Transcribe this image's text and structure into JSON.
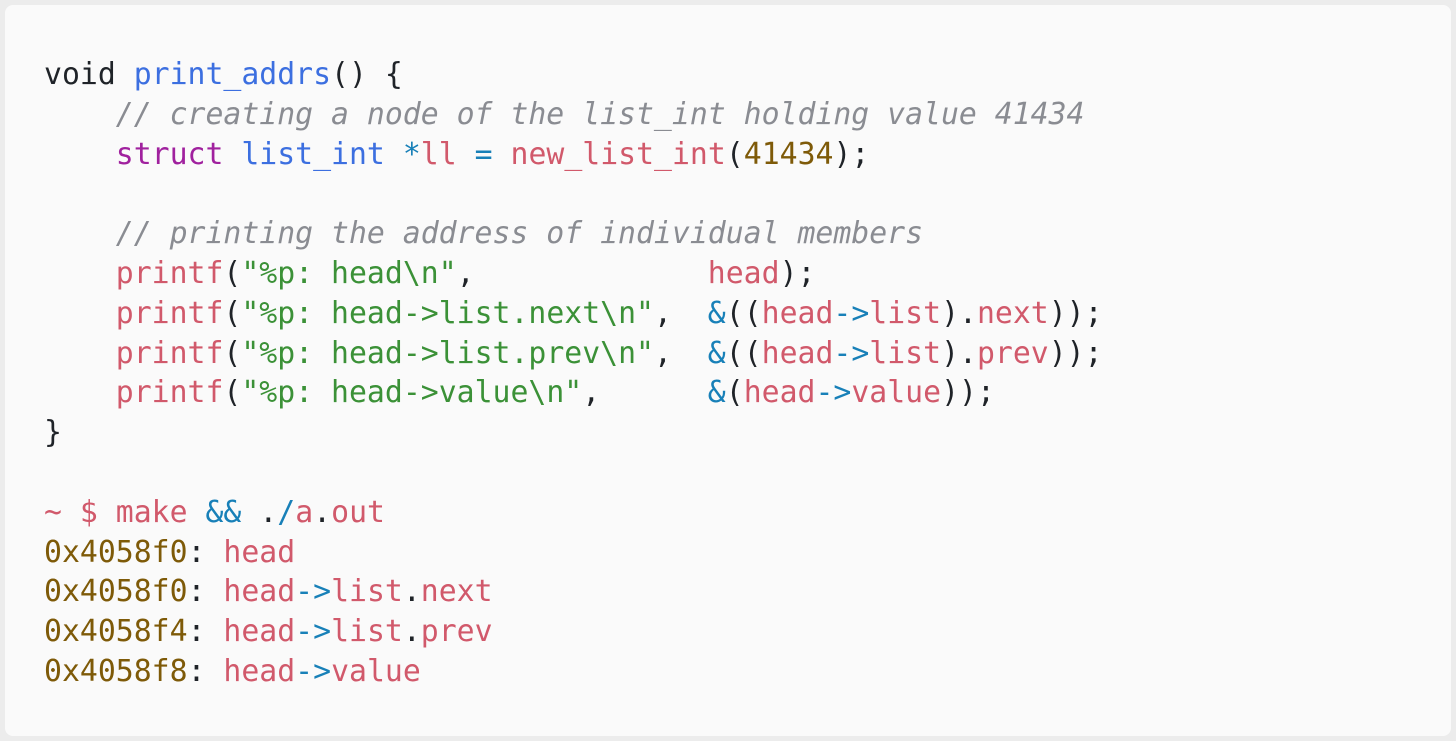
{
  "code_lines": [
    [
      {
        "t": "void ",
        "c": "plain"
      },
      {
        "t": "print_addrs",
        "c": "fn"
      },
      {
        "t": "() {",
        "c": "plain"
      }
    ],
    [
      {
        "t": "    // creating a node of the list_int holding value 41434",
        "c": "comment"
      }
    ],
    [
      {
        "t": "    ",
        "c": "plain"
      },
      {
        "t": "struct",
        "c": "kw"
      },
      {
        "t": " ",
        "c": "plain"
      },
      {
        "t": "list_int",
        "c": "type"
      },
      {
        "t": " ",
        "c": "plain"
      },
      {
        "t": "*",
        "c": "op"
      },
      {
        "t": "ll",
        "c": "var"
      },
      {
        "t": " ",
        "c": "plain"
      },
      {
        "t": "=",
        "c": "op"
      },
      {
        "t": " ",
        "c": "plain"
      },
      {
        "t": "new_list_int",
        "c": "call"
      },
      {
        "t": "(",
        "c": "plain"
      },
      {
        "t": "41434",
        "c": "num"
      },
      {
        "t": ");",
        "c": "plain"
      }
    ],
    [],
    [
      {
        "t": "    // printing the address of individual members",
        "c": "comment"
      }
    ],
    [
      {
        "t": "    ",
        "c": "plain"
      },
      {
        "t": "printf",
        "c": "call"
      },
      {
        "t": "(",
        "c": "plain"
      },
      {
        "t": "\"%p: head\\n\"",
        "c": "str"
      },
      {
        "t": ",             ",
        "c": "plain"
      },
      {
        "t": "head",
        "c": "var"
      },
      {
        "t": ");",
        "c": "plain"
      }
    ],
    [
      {
        "t": "    ",
        "c": "plain"
      },
      {
        "t": "printf",
        "c": "call"
      },
      {
        "t": "(",
        "c": "plain"
      },
      {
        "t": "\"%p: head->list.next\\n\"",
        "c": "str"
      },
      {
        "t": ",  ",
        "c": "plain"
      },
      {
        "t": "&",
        "c": "op"
      },
      {
        "t": "((",
        "c": "plain"
      },
      {
        "t": "head",
        "c": "var"
      },
      {
        "t": "->",
        "c": "op"
      },
      {
        "t": "list",
        "c": "var"
      },
      {
        "t": ").",
        "c": "plain"
      },
      {
        "t": "next",
        "c": "var"
      },
      {
        "t": "));",
        "c": "plain"
      }
    ],
    [
      {
        "t": "    ",
        "c": "plain"
      },
      {
        "t": "printf",
        "c": "call"
      },
      {
        "t": "(",
        "c": "plain"
      },
      {
        "t": "\"%p: head->list.prev\\n\"",
        "c": "str"
      },
      {
        "t": ",  ",
        "c": "plain"
      },
      {
        "t": "&",
        "c": "op"
      },
      {
        "t": "((",
        "c": "plain"
      },
      {
        "t": "head",
        "c": "var"
      },
      {
        "t": "->",
        "c": "op"
      },
      {
        "t": "list",
        "c": "var"
      },
      {
        "t": ").",
        "c": "plain"
      },
      {
        "t": "prev",
        "c": "var"
      },
      {
        "t": "));",
        "c": "plain"
      }
    ],
    [
      {
        "t": "    ",
        "c": "plain"
      },
      {
        "t": "printf",
        "c": "call"
      },
      {
        "t": "(",
        "c": "plain"
      },
      {
        "t": "\"%p: head->value\\n\"",
        "c": "str"
      },
      {
        "t": ",      ",
        "c": "plain"
      },
      {
        "t": "&",
        "c": "op"
      },
      {
        "t": "(",
        "c": "plain"
      },
      {
        "t": "head",
        "c": "var"
      },
      {
        "t": "->",
        "c": "op"
      },
      {
        "t": "value",
        "c": "var"
      },
      {
        "t": "));",
        "c": "plain"
      }
    ],
    [
      {
        "t": "}",
        "c": "plain"
      }
    ],
    [],
    [
      {
        "t": "~ $ make ",
        "c": "prompt"
      },
      {
        "t": "&&",
        "c": "op"
      },
      {
        "t": " ",
        "c": "plain"
      },
      {
        "t": ".",
        "c": "plain"
      },
      {
        "t": "/",
        "c": "op"
      },
      {
        "t": "a",
        "c": "var"
      },
      {
        "t": ".",
        "c": "plain"
      },
      {
        "t": "out",
        "c": "var"
      }
    ],
    [
      {
        "t": "0x4058f0",
        "c": "num"
      },
      {
        "t": ": ",
        "c": "plain"
      },
      {
        "t": "head",
        "c": "var"
      }
    ],
    [
      {
        "t": "0x4058f0",
        "c": "num"
      },
      {
        "t": ": ",
        "c": "plain"
      },
      {
        "t": "head",
        "c": "var"
      },
      {
        "t": "->",
        "c": "op"
      },
      {
        "t": "list",
        "c": "var"
      },
      {
        "t": ".",
        "c": "plain"
      },
      {
        "t": "next",
        "c": "var"
      }
    ],
    [
      {
        "t": "0x4058f4",
        "c": "num"
      },
      {
        "t": ": ",
        "c": "plain"
      },
      {
        "t": "head",
        "c": "var"
      },
      {
        "t": "->",
        "c": "op"
      },
      {
        "t": "list",
        "c": "var"
      },
      {
        "t": ".",
        "c": "plain"
      },
      {
        "t": "prev",
        "c": "var"
      }
    ],
    [
      {
        "t": "0x4058f8",
        "c": "num"
      },
      {
        "t": ": ",
        "c": "plain"
      },
      {
        "t": "head",
        "c": "var"
      },
      {
        "t": "->",
        "c": "op"
      },
      {
        "t": "value",
        "c": "var"
      }
    ]
  ]
}
